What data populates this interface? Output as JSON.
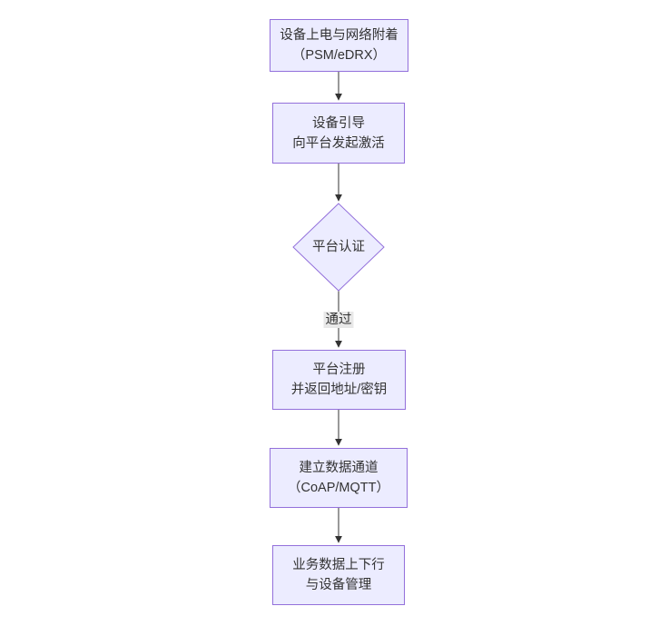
{
  "diagram": {
    "type": "flowchart-top-down",
    "background_color": "#ffffff",
    "node_fill_color": "#ECECFF",
    "node_border_color": "#9370DB",
    "edge_color": "#333333",
    "text_color": "#333333",
    "edge_label_background": "#e8e8e8"
  },
  "nodes": [
    {
      "id": "power-attach",
      "shape": "rect",
      "lines": [
        "设备上电与网络附着",
        "（PSM/eDRX）"
      ]
    },
    {
      "id": "bootstrap",
      "shape": "rect",
      "lines": [
        "设备引导",
        "向平台发起激活"
      ]
    },
    {
      "id": "auth",
      "shape": "diamond",
      "lines": [
        "平台认证"
      ]
    },
    {
      "id": "register",
      "shape": "rect",
      "lines": [
        "平台注册",
        "并返回地址/密钥"
      ]
    },
    {
      "id": "channel",
      "shape": "rect",
      "lines": [
        "建立数据通道",
        "（CoAP/MQTT）"
      ]
    },
    {
      "id": "business",
      "shape": "rect",
      "lines": [
        "业务数据上下行",
        "与设备管理"
      ]
    }
  ],
  "edges": [
    {
      "from": "power-attach",
      "to": "bootstrap",
      "label": ""
    },
    {
      "from": "bootstrap",
      "to": "auth",
      "label": ""
    },
    {
      "from": "auth",
      "to": "register",
      "label": "通过"
    },
    {
      "from": "register",
      "to": "channel",
      "label": ""
    },
    {
      "from": "channel",
      "to": "business",
      "label": ""
    }
  ]
}
